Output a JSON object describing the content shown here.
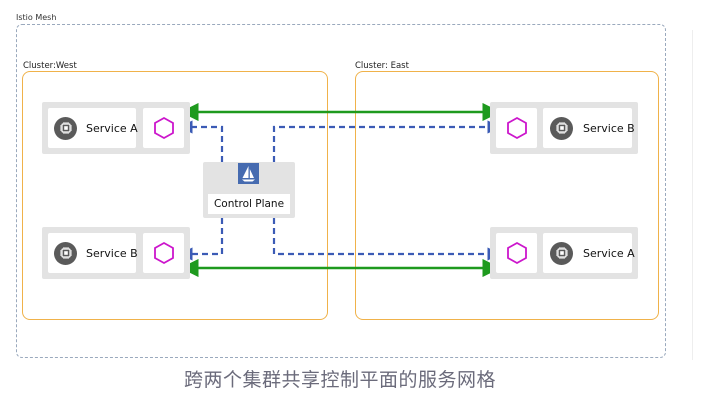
{
  "mesh": {
    "label": "Istio Mesh"
  },
  "clusters": {
    "west": {
      "label": "Cluster:West"
    },
    "east": {
      "label": "Cluster: East"
    }
  },
  "services": {
    "west_top": "Service A",
    "west_bottom": "Service B",
    "east_top": "Service B",
    "east_bottom": "Service A"
  },
  "control_plane": {
    "label": "Control Plane"
  },
  "caption": "跨两个集群共享控制平面的服务网格",
  "colors": {
    "mesh_border": "#9aa9bd",
    "cluster_border": "#f0b24a",
    "proxy_hexagon": "#cc16cc",
    "data_link": "#1e9a1e",
    "control_link": "#3b5bb5",
    "chip": "#5a5a5a",
    "istio_logo": "#466bb0"
  },
  "icons": {
    "service": "microchip-icon",
    "proxy": "hexagon-icon",
    "control_plane": "istio-sail-icon"
  }
}
